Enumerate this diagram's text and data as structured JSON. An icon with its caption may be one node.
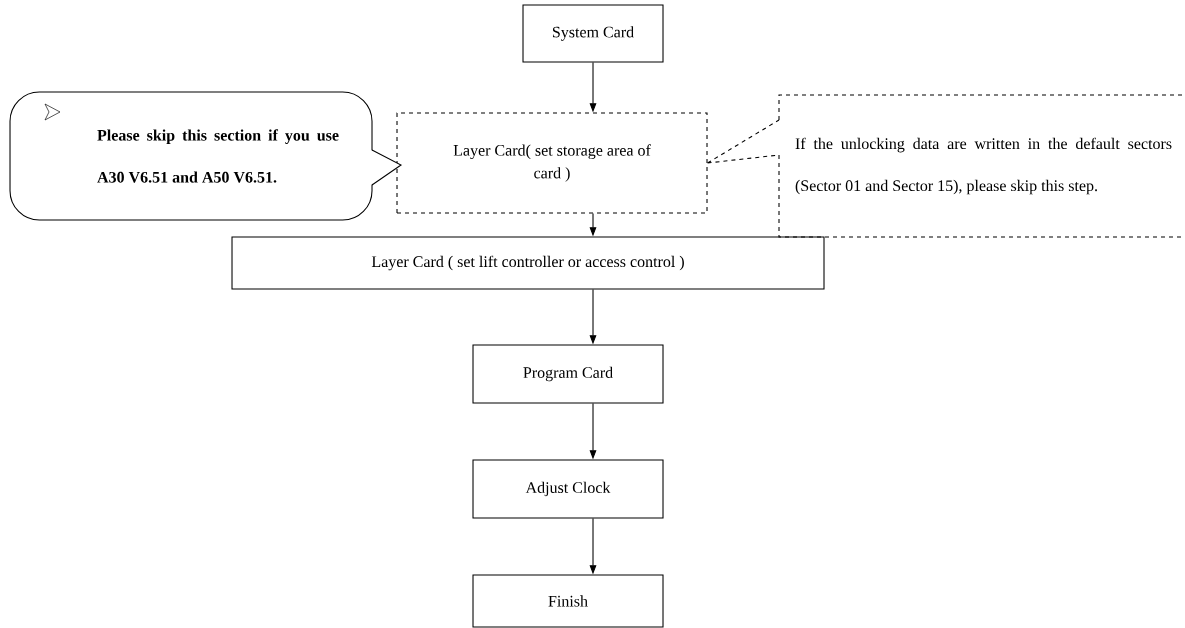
{
  "diagram": {
    "nodes": [
      {
        "text": [
          "System Card"
        ]
      },
      {
        "text": [
          "Layer Card( set storage area of card )"
        ]
      },
      {
        "text": [
          "Please skip this section if you use A30 V6.51 and A50 V6.51."
        ]
      },
      {
        "text": [
          "If the unlocking data are written in the default sectors (Sector 01 and Sector 15), please skip this step."
        ]
      },
      {
        "text": [
          "Layer Card ( set lift controller or access control )"
        ]
      },
      {
        "text": [
          "Program Card"
        ]
      },
      {
        "text": [
          "Adjust Clock"
        ]
      },
      {
        "text": [
          "Finish"
        ]
      }
    ],
    "edges": [
      {
        "from": 0,
        "to": 1,
        "arrow": "to"
      },
      {
        "from": 3,
        "to": 1,
        "arrow": "none",
        "style": "dashed"
      },
      {
        "from": 1,
        "to": 4,
        "arrow": "to"
      },
      {
        "from": 4,
        "to": 5,
        "arrow": "to"
      },
      {
        "from": 5,
        "to": 6,
        "arrow": "to"
      },
      {
        "from": 6,
        "to": 7,
        "arrow": "to"
      }
    ]
  }
}
